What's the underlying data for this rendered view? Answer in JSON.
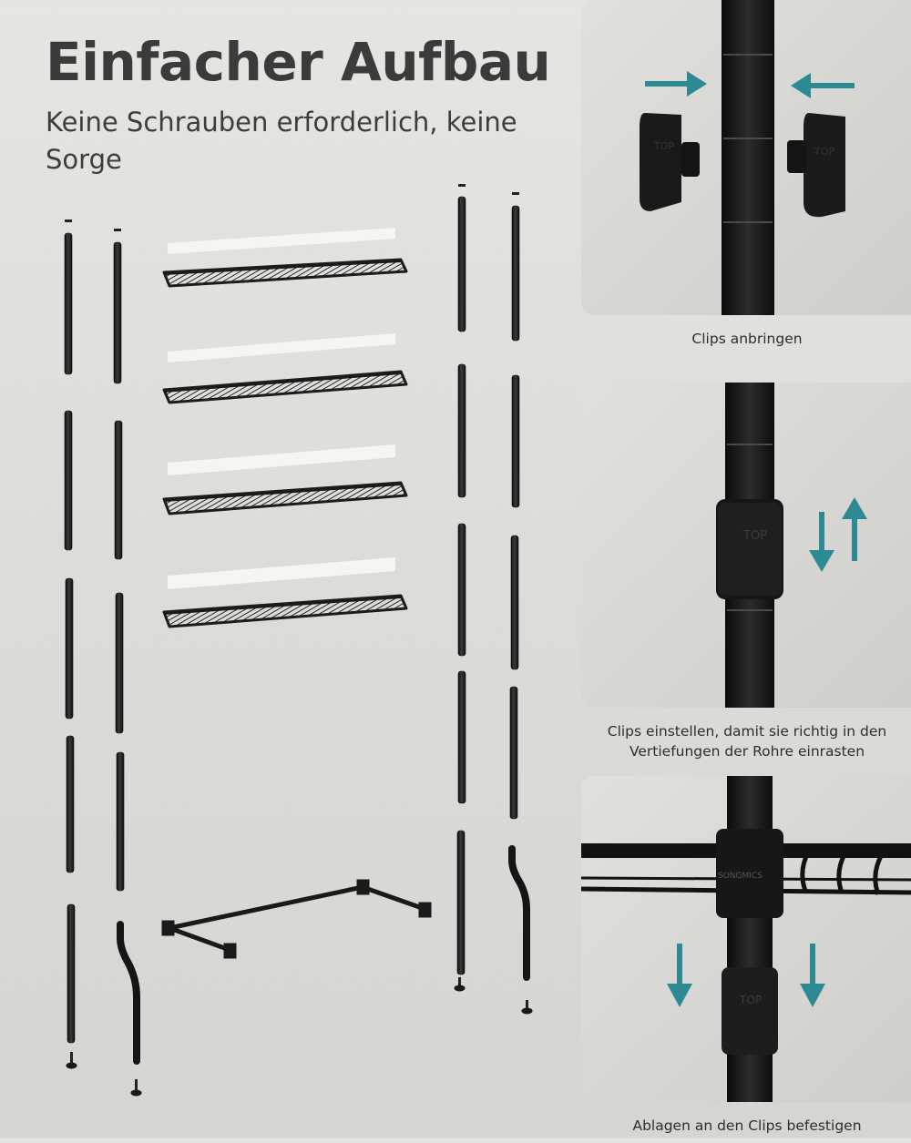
{
  "heading": {
    "title": "Einfacher Aufbau",
    "subtitle": "Keine Schrauben erforderlich, keine Sorge"
  },
  "steps": [
    {
      "caption": "Clips anbringen",
      "clip_mark": "TOP"
    },
    {
      "caption": "Clips einstellen, damit sie richtig in den Vertiefungen der Rohre einrasten",
      "clip_mark": "TOP"
    },
    {
      "caption": "Ablagen an den Clips befestigen",
      "clip_mark": "TOP",
      "brand_mark": "SONGMICS"
    }
  ],
  "colors": {
    "background": "#dfdeda",
    "frame": "#1e1e1e",
    "arrow": "#2b8a92",
    "liner": "#f4f4f2",
    "text": "#3b3b3b"
  }
}
